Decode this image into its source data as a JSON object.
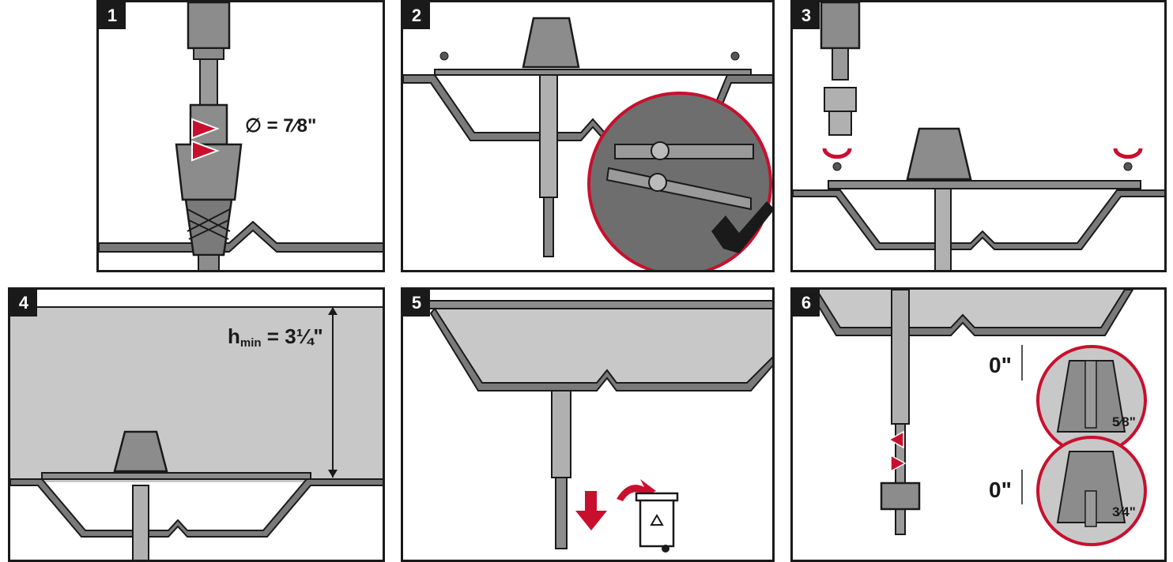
{
  "steps": [
    {
      "number": "1",
      "label": "∅ = 7⁄8\""
    },
    {
      "number": "2"
    },
    {
      "number": "3"
    },
    {
      "number": "4",
      "label_main": "h",
      "label_sub": "min",
      "label_value": " = 3¼\""
    },
    {
      "number": "5"
    },
    {
      "number": "6",
      "offset_top": "0\"",
      "offset_bottom": "0\"",
      "size_top": "5⁄8\"",
      "size_bottom": "3⁄4\""
    }
  ],
  "icons": [
    "drill-icon",
    "drill-bit-icon",
    "checkmark-icon",
    "rotate-arrow-icon",
    "down-arrow-icon",
    "recycle-bin-icon",
    "wrench-arrow-icon"
  ],
  "colors": {
    "accent_red": "#c8102e",
    "outline": "#1a1a1a",
    "metal": "#8c8c8c",
    "concrete": "#c8c8c8",
    "deck": "#7a7a7a"
  }
}
